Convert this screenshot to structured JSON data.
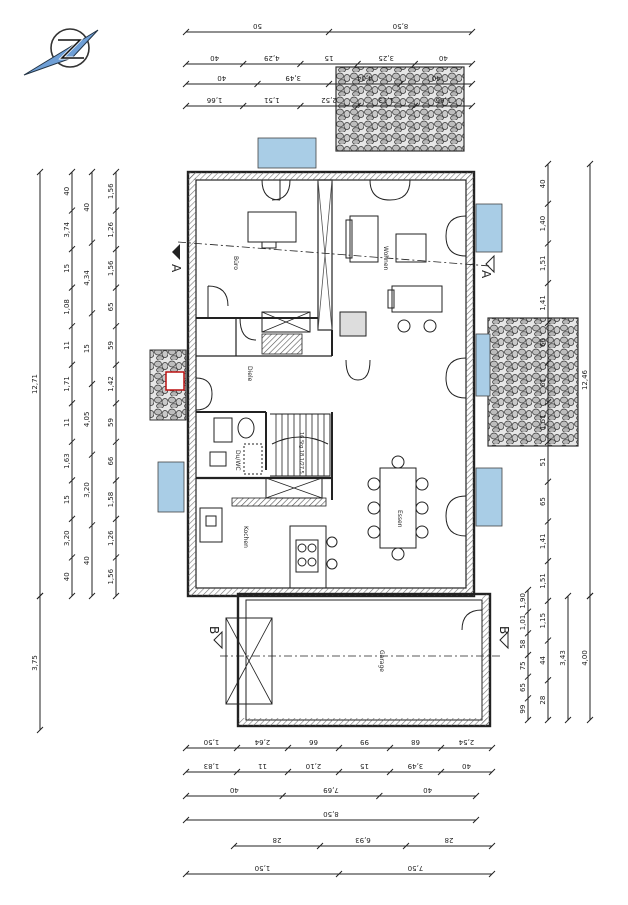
{
  "rooms": {
    "buero": "Büro",
    "wohnen": "Wohnen",
    "diele": "Diele",
    "dusche_wc": "Du/WC",
    "kochen": "Kochen",
    "essen": "Essen",
    "garage": "Garage",
    "stair": "16 Stg\n18,1/27,5"
  },
  "sections": {
    "a": "A",
    "b": "B"
  },
  "dimensions": {
    "top": {
      "r1": [
        "50",
        "8,50"
      ],
      "r2": [
        "40",
        "4,29",
        "15",
        "3,25",
        "40"
      ],
      "r3": [
        "40",
        "3,49",
        "4,04",
        "40"
      ],
      "r4": [
        "1,66",
        "1,51",
        "2,52",
        "1,13",
        "1,66"
      ]
    },
    "left": {
      "outer": "12,71",
      "garage": "3,75",
      "r1": [
        "40",
        "3,74",
        "15",
        "1,08",
        "11",
        "1,71",
        "11",
        "1,63",
        "15",
        "3,20",
        "40"
      ],
      "r2": [
        "40",
        "4,34",
        "15",
        "4,05",
        "3,20",
        "40"
      ],
      "r3": [
        "1,56",
        "1,26",
        "1,56",
        "65",
        "59",
        "1,42",
        "59",
        "66",
        "1,58",
        "1,26",
        "1,56"
      ]
    },
    "right": {
      "outer": "12,46",
      "garage": "4,00",
      "r1": [
        "40",
        "1,40",
        "1,51",
        "1,41",
        "66",
        "61",
        "1,51",
        "51",
        "65",
        "1,41",
        "1,51",
        "1,15",
        "44",
        "28"
      ],
      "r2": [
        "3,43"
      ],
      "r3": [
        "1,90",
        "1,01",
        "58",
        "75",
        "65",
        "99"
      ]
    },
    "bottom": {
      "r1": [
        "1,50",
        "2,64",
        "66",
        "99",
        "68",
        "2,54"
      ],
      "r2": [
        "1,83",
        "11",
        "2,10",
        "15",
        "3,49",
        "40"
      ],
      "r3": [
        "40",
        "7,69",
        "40"
      ],
      "r4": [
        "8,50"
      ],
      "r5": [
        "28",
        "6,93",
        "28"
      ],
      "r6": [
        "1,50",
        "7,50"
      ]
    }
  },
  "colors": {
    "wall": "#2a2a2a",
    "window": "#9fc4dd",
    "stone": "#cfcfcf"
  }
}
